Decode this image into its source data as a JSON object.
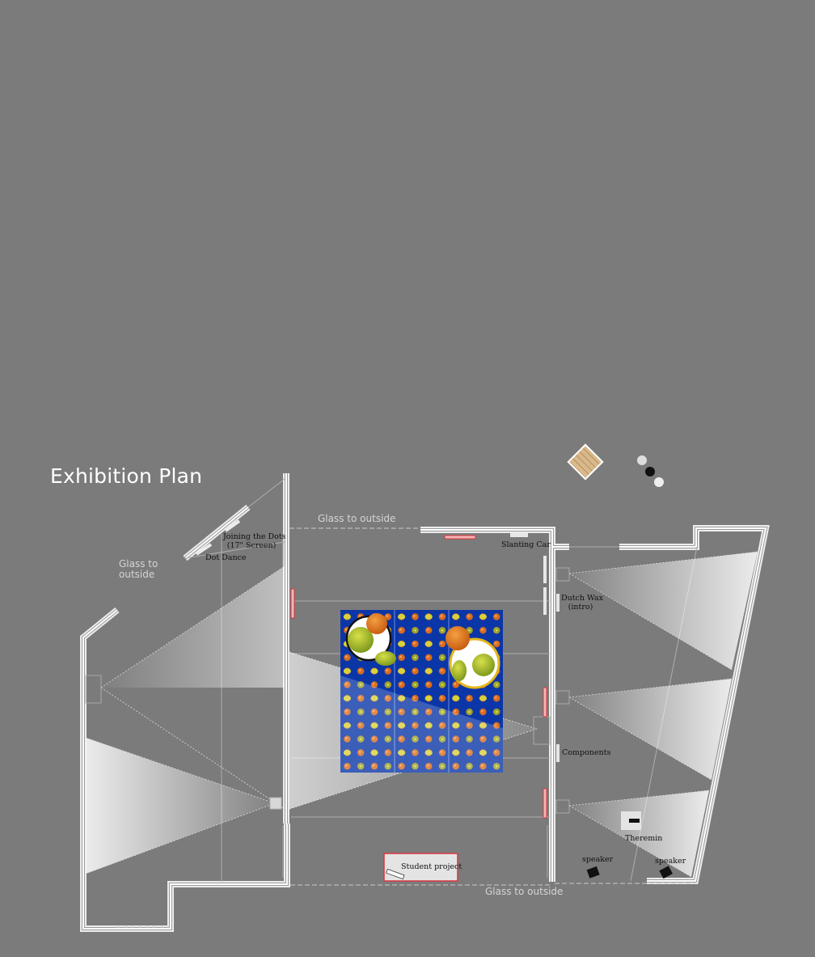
{
  "title": "Exhibition Plan",
  "labels": {
    "joining_dots": "Joining the Dots",
    "joining_dots_screen": "(17\" Screen)",
    "dot_dance": "Dot Dance",
    "glass_left_1": "Glass to",
    "glass_left_2": "outside",
    "glass_top": "Glass to outside",
    "glass_bottom": "Glass to outside",
    "slanting_car": "Slanting Car",
    "dutch_wax": "Dutch Wax",
    "dutch_wax_intro": "(intro)",
    "components": "Components",
    "theremin": "Theremin",
    "speaker_1": "speaker",
    "speaker_2": "speaker",
    "student_project": "Student project"
  },
  "colors": {
    "background": "#7b7b7b",
    "wall": "#cfcfcf",
    "carpet": "#0b36a8",
    "accent_red": "#d9363e",
    "fruit_orange": "#e07820",
    "fruit_lime": "#b8c830"
  },
  "icons": {
    "wood_tile": "wood-sample-icon",
    "lens_dots": "dots-sample-icon"
  }
}
